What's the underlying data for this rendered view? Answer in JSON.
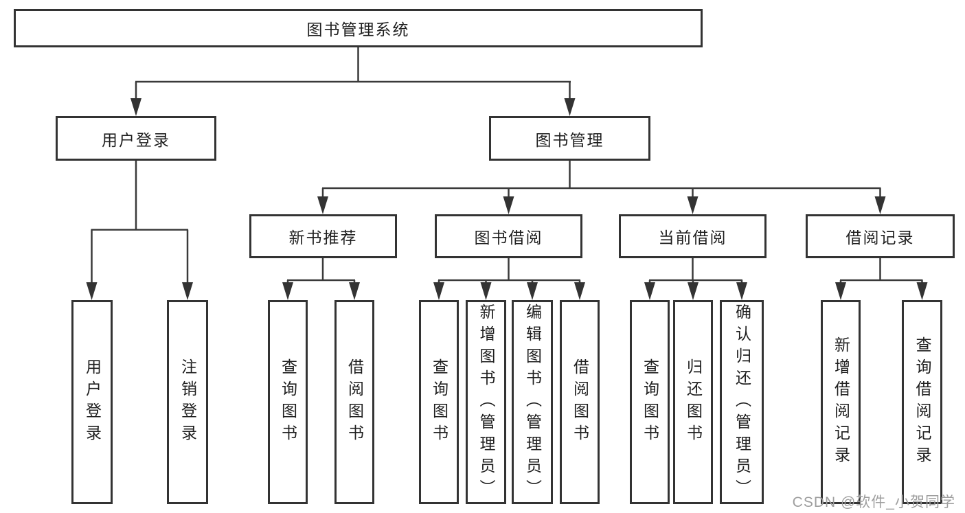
{
  "colors": {
    "background": "#ffffff",
    "box_border": "#333333",
    "connector": "#3a3a3a",
    "text": "#1f1f1f",
    "watermark": "#9e9e9e"
  },
  "nodes": {
    "root": "图书管理系统",
    "user_login": "用户登录",
    "book_mgmt": "图书管理",
    "new_book_rec": "新书推荐",
    "book_borrow": "图书借阅",
    "current_borrow": "当前借阅",
    "borrow_record": "借阅记录",
    "leaf_user_login": "用户登录",
    "leaf_logout": "注销登录",
    "leaf_query_book_1": "查询图书",
    "leaf_borrow_book_1": "借阅图书",
    "leaf_query_book_2": "查询图书",
    "leaf_add_book": "新增图书（管理员）",
    "leaf_edit_book": "编辑图书（管理员）",
    "leaf_borrow_book_2": "借阅图书",
    "leaf_query_book_3": "查询图书",
    "leaf_return_book": "归还图书",
    "leaf_confirm_return": "确认归还（管理员）",
    "leaf_add_record": "新增借阅记录",
    "leaf_query_record": "查询借阅记录"
  },
  "tree": {
    "label": "图书管理系统",
    "children": [
      {
        "label": "用户登录",
        "children": [
          {
            "label": "用户登录"
          },
          {
            "label": "注销登录"
          }
        ]
      },
      {
        "label": "图书管理",
        "children": [
          {
            "label": "新书推荐",
            "children": [
              {
                "label": "查询图书"
              },
              {
                "label": "借阅图书"
              }
            ]
          },
          {
            "label": "图书借阅",
            "children": [
              {
                "label": "查询图书"
              },
              {
                "label": "新增图书（管理员）"
              },
              {
                "label": "编辑图书（管理员）"
              },
              {
                "label": "借阅图书"
              }
            ]
          },
          {
            "label": "当前借阅",
            "children": [
              {
                "label": "查询图书"
              },
              {
                "label": "归还图书"
              },
              {
                "label": "确认归还（管理员）"
              }
            ]
          },
          {
            "label": "借阅记录",
            "children": [
              {
                "label": "新增借阅记录"
              },
              {
                "label": "查询借阅记录"
              }
            ]
          }
        ]
      }
    ]
  },
  "watermark": "CSDN @软件_小贺同学"
}
